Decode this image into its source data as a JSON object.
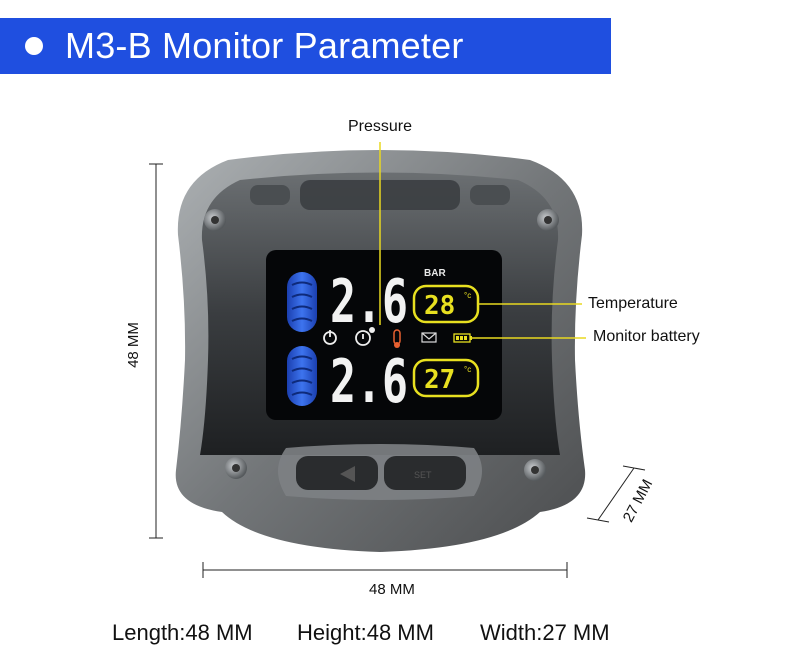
{
  "banner": {
    "title": "M3-B Monitor Parameter"
  },
  "callouts": {
    "pressure": "Pressure",
    "temperature": "Temperature",
    "battery": "Monitor battery"
  },
  "dimensions": {
    "height_label": "48 MM",
    "length_label": "48 MM",
    "width_label": "27 MM"
  },
  "lcd": {
    "unit": "BAR",
    "front_pressure": "2.6",
    "rear_pressure": "2.6",
    "front_temp": "28",
    "rear_temp": "27",
    "temp_unit": "°c"
  },
  "buttons": {
    "right_label": "SET"
  },
  "footer": {
    "length": "Length:48 MM",
    "height": "Height:48 MM",
    "width": "Width:27 MM"
  },
  "colors": {
    "banner": "#1f4fe0",
    "lcd_yellow": "#e8e020",
    "tire_blue": "#2a5fd8"
  }
}
